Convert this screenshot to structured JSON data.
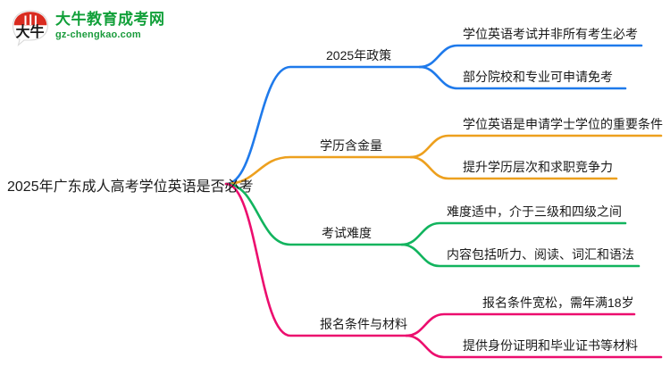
{
  "logo": {
    "mark_text": "大牛",
    "title": "大牛教育成考网",
    "subtitle": "gz-chengkao.com",
    "brand_green": "#12a03a",
    "mark_red": "#d92b20"
  },
  "mindmap": {
    "root": {
      "label": "2025年广东成人高考学位英语是否必考"
    },
    "branches": [
      {
        "label": "2025年政策",
        "color": "#1f7aeb",
        "children": [
          {
            "label": "学位英语考试并非所有考生必考"
          },
          {
            "label": "部分院校和专业可申请免考"
          }
        ]
      },
      {
        "label": "学历含金量",
        "color": "#eda01e",
        "children": [
          {
            "label": "学位英语是申请学士学位的重要条件"
          },
          {
            "label": "提升学历层次和求职竞争力"
          }
        ]
      },
      {
        "label": "考试难度",
        "color": "#12b45e",
        "children": [
          {
            "label": "难度适中，介于三级和四级之间"
          },
          {
            "label": "内容包括听力、阅读、词汇和语法"
          }
        ]
      },
      {
        "label": "报名条件与材料",
        "color": "#ec0d6e",
        "children": [
          {
            "label": "报名条件宽松，需年满18岁"
          },
          {
            "label": "提供身份证明和毕业证书等材料"
          }
        ]
      }
    ]
  }
}
